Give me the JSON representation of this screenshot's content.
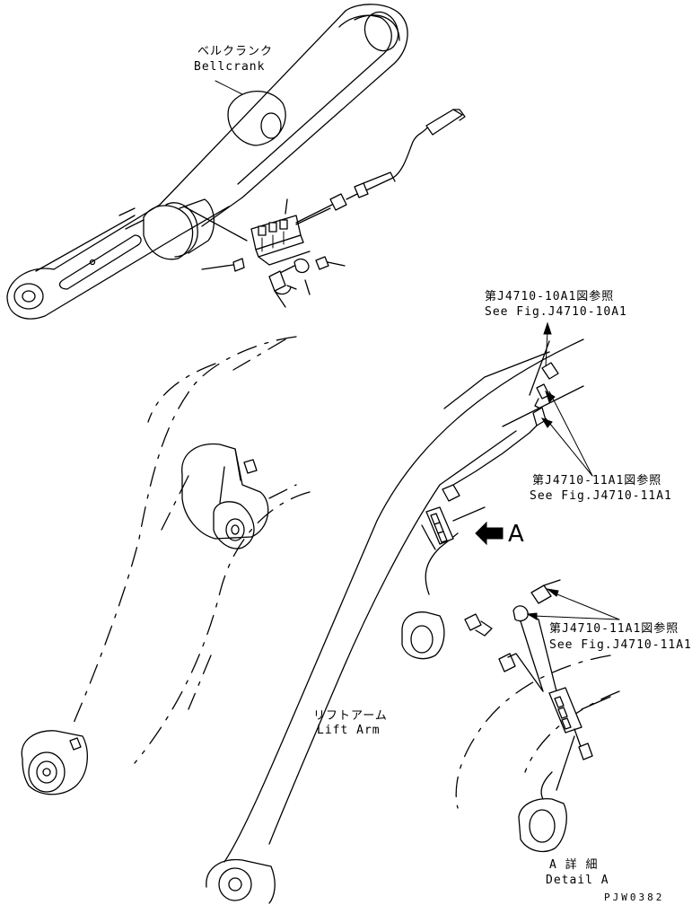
{
  "labels": {
    "bellcrank_jp": "ベルクランク",
    "bellcrank_en": "Bellcrank",
    "ref1_jp": "第J4710-10A1図参照",
    "ref1_en": "See Fig.J4710-10A1",
    "ref2_jp": "第J4710-11A1図参照",
    "ref2_en": "See Fig.J4710-11A1",
    "ref3_jp": "第J4710-11A1図参照",
    "ref3_en": "See Fig.J4710-11A1",
    "view_arrow_letter": "A",
    "liftarm_jp": "リフトアーム",
    "liftarm_en": "Lift Arm",
    "detail_jp": "A 詳 細",
    "detail_en": "Detail A",
    "drawing_code": "PJW0382"
  },
  "colors": {
    "line": "#000000",
    "background": "#ffffff"
  }
}
